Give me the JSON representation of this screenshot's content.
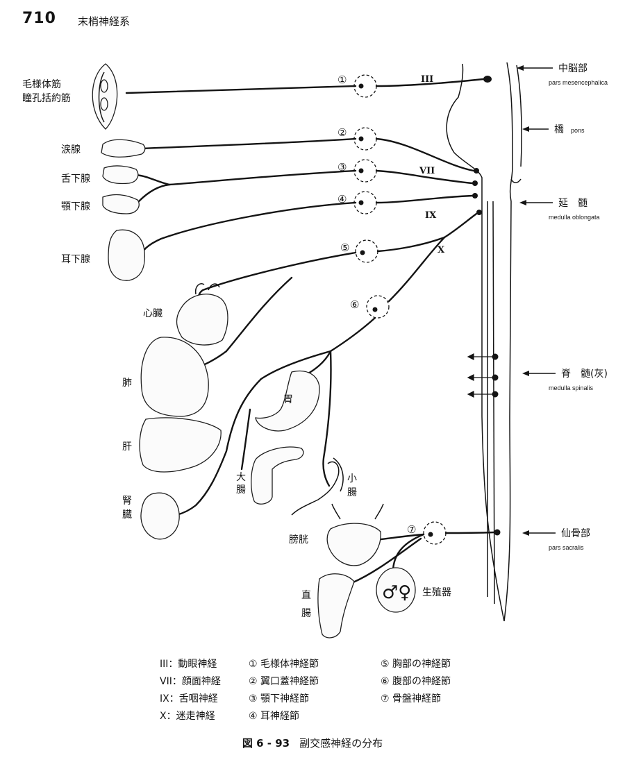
{
  "header": {
    "page_number": "710",
    "section_title": "末梢神経系"
  },
  "organs": {
    "ciliary": [
      "毛様体筋",
      "瞳孔括約筋"
    ],
    "lacrimal": "涙腺",
    "sublingual": "舌下腺",
    "submandibular": "顎下腺",
    "parotid": "耳下腺",
    "heart": "心臓",
    "lung": "肺",
    "liver": "肝",
    "stomach": "胃",
    "large_intestine": [
      "大",
      "腸"
    ],
    "small_intestine": [
      "小",
      "腸"
    ],
    "kidney": [
      "腎",
      "臓"
    ],
    "bladder": "膀胱",
    "rectum": [
      "直",
      "腸"
    ],
    "genitals": "生殖器",
    "genital_symbols": "♂♀"
  },
  "brain_regions": {
    "midbrain": {
      "jp": "中脳部",
      "latin": "pars mesencephalica"
    },
    "pons": {
      "jp": "橋",
      "latin": "pons"
    },
    "medulla": {
      "jp": "延　髄",
      "latin": "medulla oblongata"
    },
    "spinal": {
      "jp": "脊　髄(灰)",
      "latin": "medulla spinalis"
    },
    "sacral": {
      "jp": "仙骨部",
      "latin": "pars sacralis"
    }
  },
  "nerve_labels": {
    "III": "III",
    "VII": "VII",
    "IX": "IX",
    "X": "X"
  },
  "ganglia_markers": [
    "①",
    "②",
    "③",
    "④",
    "⑤",
    "⑥",
    "⑦"
  ],
  "legend": {
    "col1": [
      "III：動眼神経",
      "VII：顔面神経",
      "IX：舌咽神経",
      "X：迷走神経"
    ],
    "col2": [
      "① 毛様体神経節",
      "② 翼口蓋神経節",
      "③ 顎下神経節",
      "④ 耳神経節"
    ],
    "col3": [
      "⑤ 胸部の神経節",
      "⑥ 腹部の神経節",
      "⑦ 骨盤神経節"
    ]
  },
  "caption": {
    "figure_number": "図 6 - 93",
    "title": "副交感神経の分布"
  }
}
